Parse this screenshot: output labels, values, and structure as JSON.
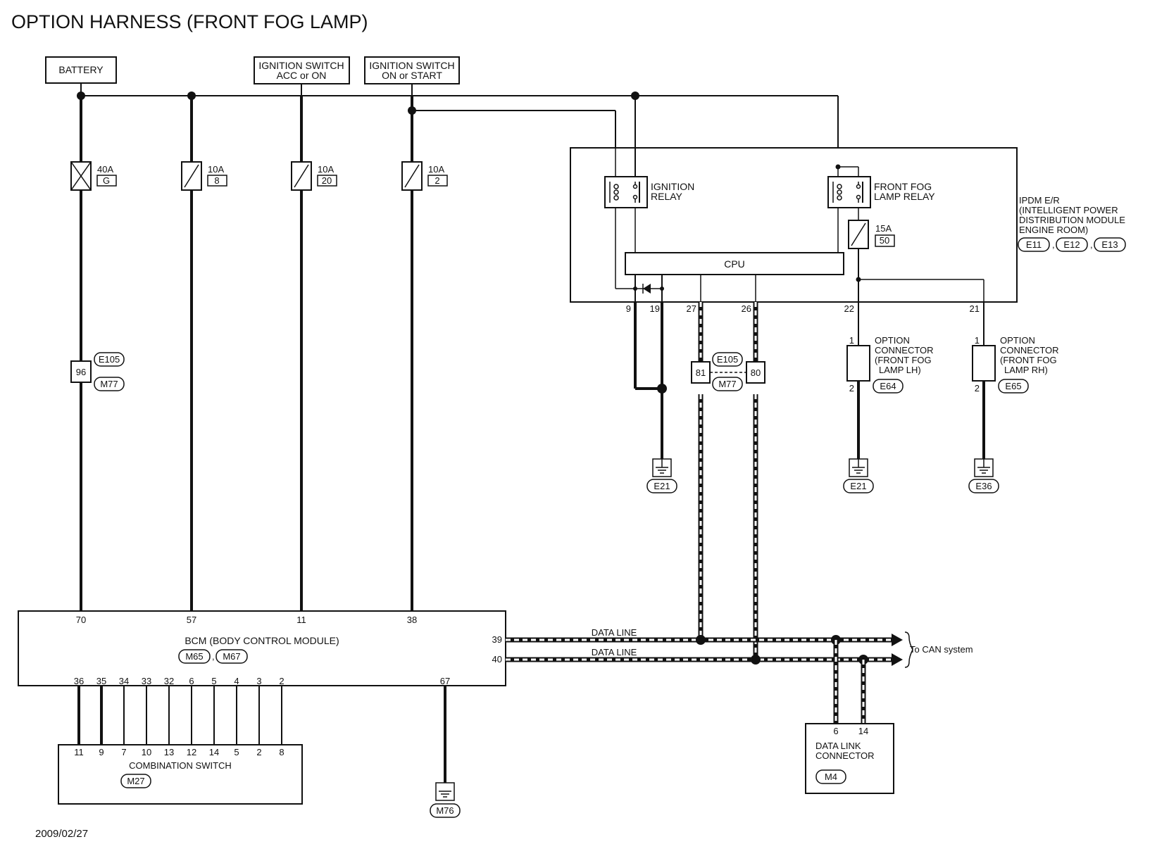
{
  "title": "OPTION HARNESS (FRONT FOG LAMP)",
  "date": "2009/02/27",
  "power_sources": {
    "battery": "BATTERY",
    "ign_acc": [
      "IGNITION SWITCH",
      "ACC or ON"
    ],
    "ign_start": [
      "IGNITION SWITCH",
      "ON or START"
    ]
  },
  "fuses": [
    {
      "amps": "40A",
      "id": "G"
    },
    {
      "amps": "10A",
      "id": "8"
    },
    {
      "amps": "10A",
      "id": "20"
    },
    {
      "amps": "10A",
      "id": "2"
    },
    {
      "amps": "15A",
      "id": "50"
    }
  ],
  "ipdm": {
    "lines": [
      "IPDM E/R",
      "(INTELLIGENT POWER",
      "DISTRIBUTION MODULE",
      "ENGINE ROOM)"
    ],
    "connectors": [
      "E11",
      "E12",
      "E13"
    ],
    "ignition_relay": [
      "IGNITION",
      "RELAY"
    ],
    "fog_relay": [
      "FRONT FOG",
      "LAMP RELAY"
    ],
    "cpu": "CPU",
    "pins": [
      "9",
      "19",
      "27",
      "26",
      "22",
      "21"
    ]
  },
  "joint_connector": {
    "left": "96",
    "pins": [
      "81",
      "80"
    ],
    "connectors": [
      "E105",
      "M77"
    ]
  },
  "option_connectors": [
    {
      "lines": [
        "OPTION",
        "CONNECTOR",
        "(FRONT FOG",
        "LAMP LH)"
      ],
      "id": "E64",
      "pin_top": "1",
      "pin_bottom": "2"
    },
    {
      "lines": [
        "OPTION",
        "CONNECTOR",
        "(FRONT FOG",
        "LAMP RH)"
      ],
      "id": "E65",
      "pin_top": "1",
      "pin_bottom": "2"
    }
  ],
  "grounds": [
    "E21",
    "E21",
    "E36",
    "M76"
  ],
  "bcm": {
    "name": "BCM (BODY CONTROL MODULE)",
    "connectors": [
      "M65",
      "M67"
    ],
    "top_pins": [
      "70",
      "57",
      "11",
      "38"
    ],
    "right_pins": [
      "39",
      "40"
    ],
    "bottom_pins": [
      "36",
      "35",
      "34",
      "33",
      "32",
      "6",
      "5",
      "4",
      "3",
      "2"
    ],
    "ground_pin": "67"
  },
  "combination_switch": {
    "name": "COMBINATION SWITCH",
    "connector": "M27",
    "pins": [
      "11",
      "9",
      "7",
      "10",
      "13",
      "12",
      "14",
      "5",
      "2",
      "8"
    ]
  },
  "data_line": "DATA LINE",
  "can_label": "To CAN system",
  "dlc": {
    "lines": [
      "DATA LINK",
      "CONNECTOR"
    ],
    "connector": "M4",
    "pins": [
      "6",
      "14"
    ]
  }
}
